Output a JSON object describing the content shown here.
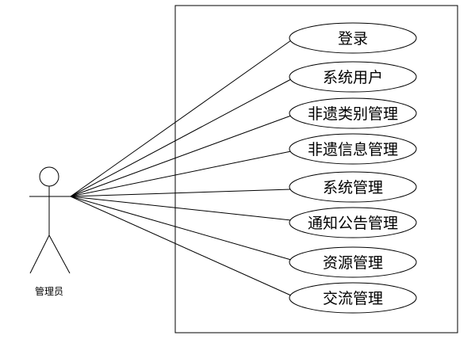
{
  "diagram": {
    "type": "use-case",
    "actor": {
      "name": "管理员"
    },
    "use_cases": [
      {
        "label": "登录"
      },
      {
        "label": "系统用户"
      },
      {
        "label": "非遗类别管理"
      },
      {
        "label": "非遗信息管理"
      },
      {
        "label": "系统管理"
      },
      {
        "label": "通知公告管理"
      },
      {
        "label": "资源管理"
      },
      {
        "label": "交流管理"
      }
    ],
    "colors": {
      "stroke": "#000000",
      "background": "#ffffff"
    }
  }
}
